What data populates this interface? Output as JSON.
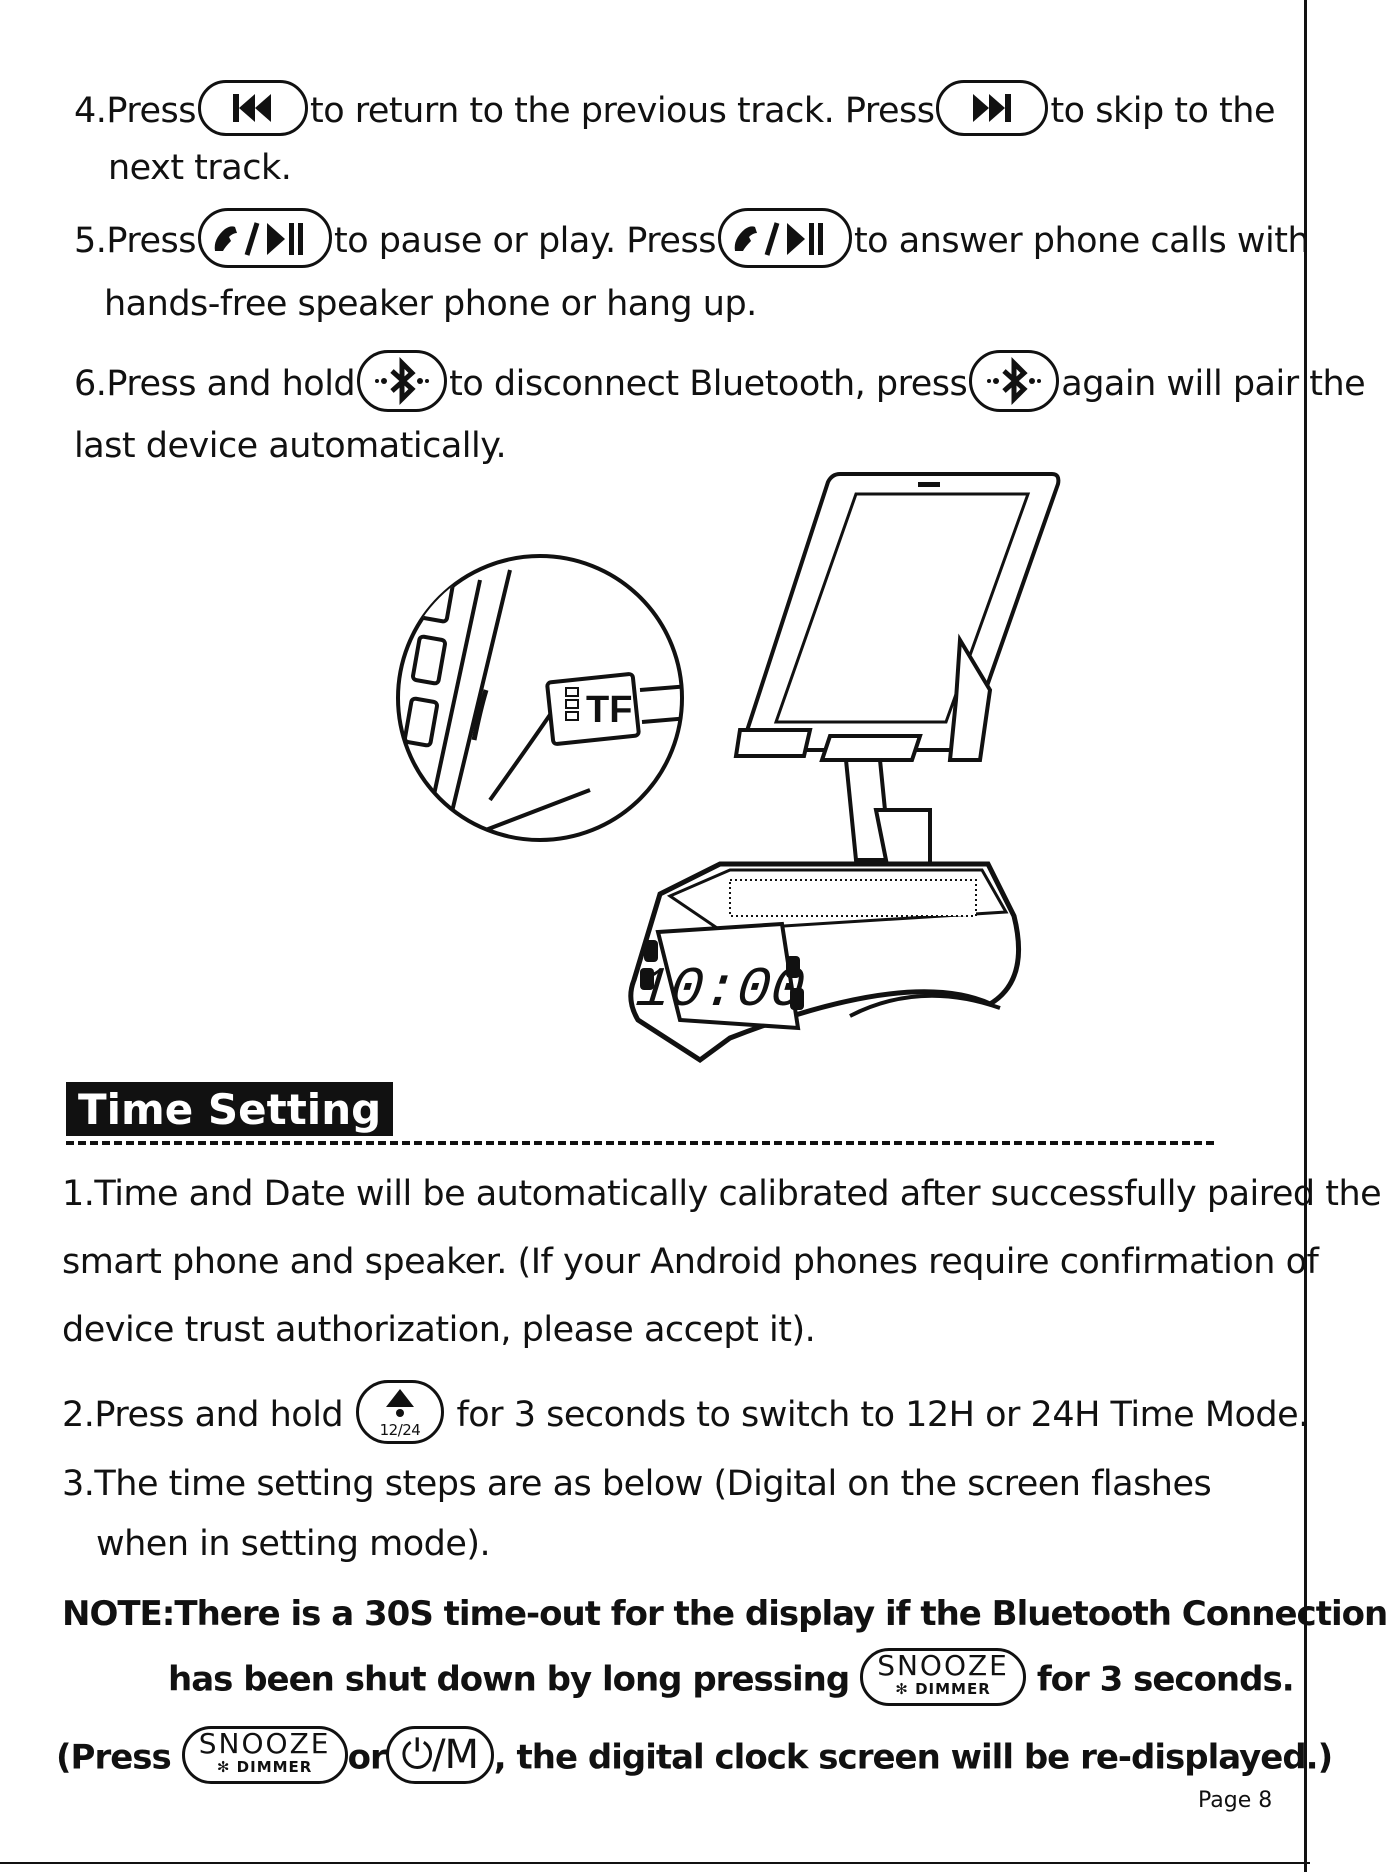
{
  "steps_bt": {
    "s4_a": "4.Press",
    "s4_b": "to return to the previous track. Press",
    "s4_c": "to skip to the",
    "s4_d": "next track.",
    "s5_a": "5.Press",
    "s5_b": "to pause or play. Press",
    "s5_c": "to answer phone calls with",
    "s5_d": "hands-free speaker phone or hang up.",
    "s6_a": "6.Press and hold",
    "s6_b": "to disconnect Bluetooth, press",
    "s6_c": "again will pair the",
    "s6_d": "last device automatically."
  },
  "illustration": {
    "tf_label": "TF",
    "clock_time": "10:00"
  },
  "time_setting": {
    "heading": "Time Setting",
    "p1_a": "1.Time and Date will be automatically calibrated after successfully paired the",
    "p1_b": "smart phone and speaker. (If your Android phones require confirmation of",
    "p1_c": "device trust authorization, please accept it).",
    "p2_a": "2.Press and hold",
    "p2_btn": "12/24",
    "p2_b": "for 3 seconds to switch to 12H or 24H Time Mode.",
    "p3_a": "3.The time setting steps are as below (Digital on the screen flashes",
    "p3_b": "when in setting mode).",
    "note_a": "NOTE:There is a 30S time-out for the display if the Bluetooth Connection",
    "note_b": "has been shut down by long pressing",
    "note_c": "for 3 seconds.",
    "press_a": "(Press",
    "press_or": "or",
    "press_b": ", the digital clock screen will be re-displayed.)",
    "snooze_label": "SNOOZE",
    "dimmer_label": "DIMMER",
    "power_mode_label": "/M"
  },
  "footer": {
    "page": "Page 8"
  }
}
